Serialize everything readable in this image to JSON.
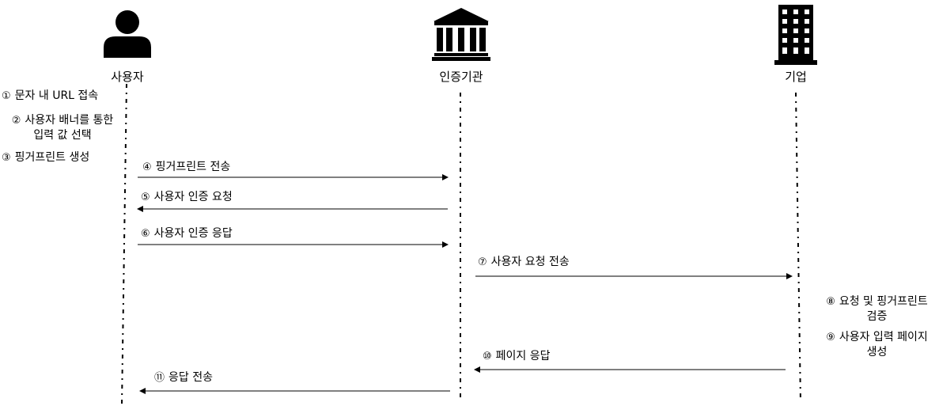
{
  "actors": {
    "user": {
      "label": "사용자",
      "icon": "person-icon"
    },
    "authority": {
      "label": "인증기관",
      "icon": "bank-building-icon"
    },
    "company": {
      "label": "기업",
      "icon": "office-building-icon"
    }
  },
  "steps": [
    {
      "num": "①",
      "text": "문자 내 URL 접속"
    },
    {
      "num": "②",
      "text": "사용자 배너를 통한",
      "text2": "입력 값 선택"
    },
    {
      "num": "③",
      "text": "핑거프린트 생성"
    },
    {
      "num": "④",
      "text": "핑거프린트 전송"
    },
    {
      "num": "⑤",
      "text": "사용자 인증 요청"
    },
    {
      "num": "⑥",
      "text": "사용자 인증 응답"
    },
    {
      "num": "⑦",
      "text": "사용자 요청 전송"
    },
    {
      "num": "⑧",
      "text": "요청 및 핑거프린트",
      "text2": "검증"
    },
    {
      "num": "⑨",
      "text": "사용자 입력 페이지",
      "text2": "생성"
    },
    {
      "num": "⑩",
      "text": "페이지 응답"
    },
    {
      "num": "⑪",
      "text": "응답 전송"
    }
  ],
  "colors": {
    "line": "#000000",
    "icon": "#000000"
  }
}
